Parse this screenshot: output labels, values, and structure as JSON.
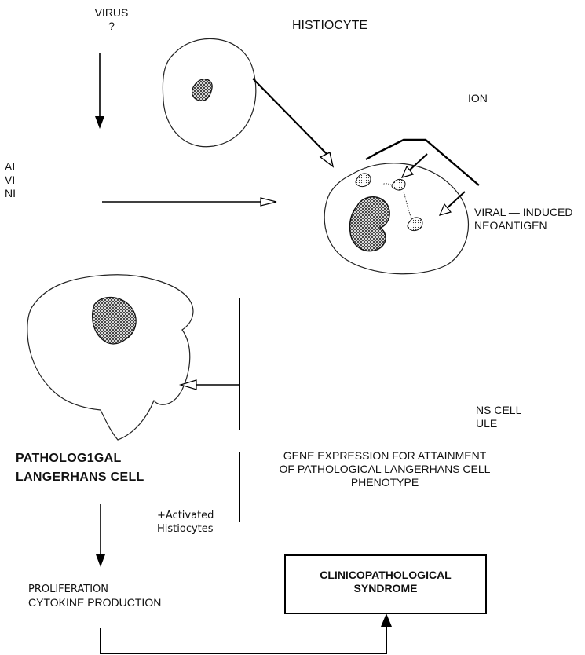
{
  "labels": {
    "virus_line1": "VIRUS",
    "virus_line2": "?",
    "histiocyte": "HISTIOCYTE",
    "ion_fragment": "ION",
    "left_fragment_1": "AI",
    "left_fragment_2": "VI",
    "left_fragment_3": "NI",
    "viral_line1": "VIRAL — INDUCED",
    "viral_line2": "NEOANTIGEN",
    "ns_cell_line1": "NS CELL",
    "ns_cell_line2": "ULE",
    "pathological_line1": "PATHOLOG1GAL",
    "pathological_line2": "LANGERHANS CELL",
    "gene_line1": "GENE EXPRESSION FOR ATTAINMENT",
    "gene_line2": "OF PATHOLOGICAL LANGERHANS CELL",
    "gene_line3": "PHENOTYPE",
    "activated_line1": "+Activated",
    "activated_line2": "Histiocytes",
    "proliferation_line1": "PROLIFERATION",
    "proliferation_line2": "CYTOKINE PRODUCTION",
    "clinico_line1": "CLINICOPATHOLOGICAL",
    "clinico_line2": "SYNDROME"
  }
}
